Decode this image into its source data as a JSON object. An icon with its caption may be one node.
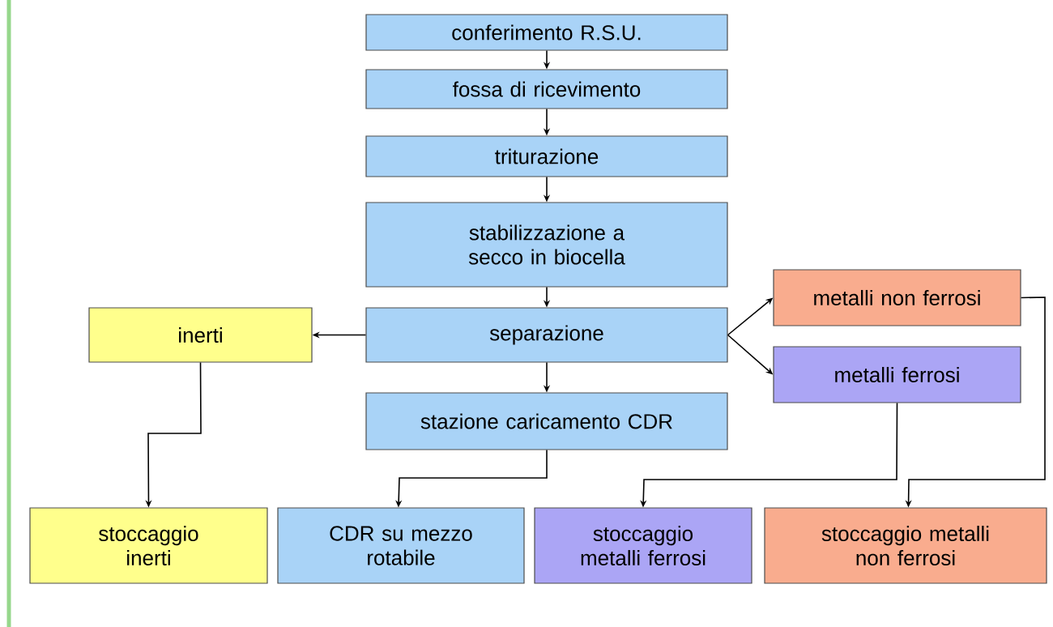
{
  "diagram": {
    "nodes": [
      {
        "text": [
          "conferimento R.S.U."
        ]
      },
      {
        "text": [
          "fossa di ricevimento"
        ]
      },
      {
        "text": [
          "triturazione"
        ]
      },
      {
        "text": [
          "stabilizzazione a secco in biocella"
        ]
      },
      {
        "text": [
          "separazione"
        ]
      },
      {
        "text": [
          "inerti"
        ]
      },
      {
        "text": [
          "metalli non ferrosi"
        ]
      },
      {
        "text": [
          "metalli ferrosi"
        ]
      },
      {
        "text": [
          "stazione caricamento CDR"
        ]
      },
      {
        "text": [
          "stoccaggio inerti"
        ]
      },
      {
        "text": [
          "CDR su mezzo rotabile"
        ]
      },
      {
        "text": [
          "stoccaggio metalli ferrosi"
        ]
      },
      {
        "text": [
          "stoccaggio metalli non ferrosi"
        ]
      }
    ],
    "edges": [
      {
        "from": 0,
        "to": 1,
        "arrow": "to"
      },
      {
        "from": 1,
        "to": 2,
        "arrow": "to"
      },
      {
        "from": 2,
        "to": 3,
        "arrow": "to"
      },
      {
        "from": 3,
        "to": 4,
        "arrow": "to"
      },
      {
        "from": 4,
        "to": 5,
        "arrow": "to"
      },
      {
        "from": 4,
        "to": 6,
        "arrow": "to"
      },
      {
        "from": 4,
        "to": 7,
        "arrow": "to"
      },
      {
        "from": 4,
        "to": 8,
        "arrow": "to"
      },
      {
        "from": 5,
        "to": 9,
        "arrow": "to"
      },
      {
        "from": 8,
        "to": 10,
        "arrow": "to"
      },
      {
        "from": 7,
        "to": 11,
        "arrow": "to"
      },
      {
        "from": 6,
        "to": 12,
        "arrow": "to"
      }
    ]
  }
}
